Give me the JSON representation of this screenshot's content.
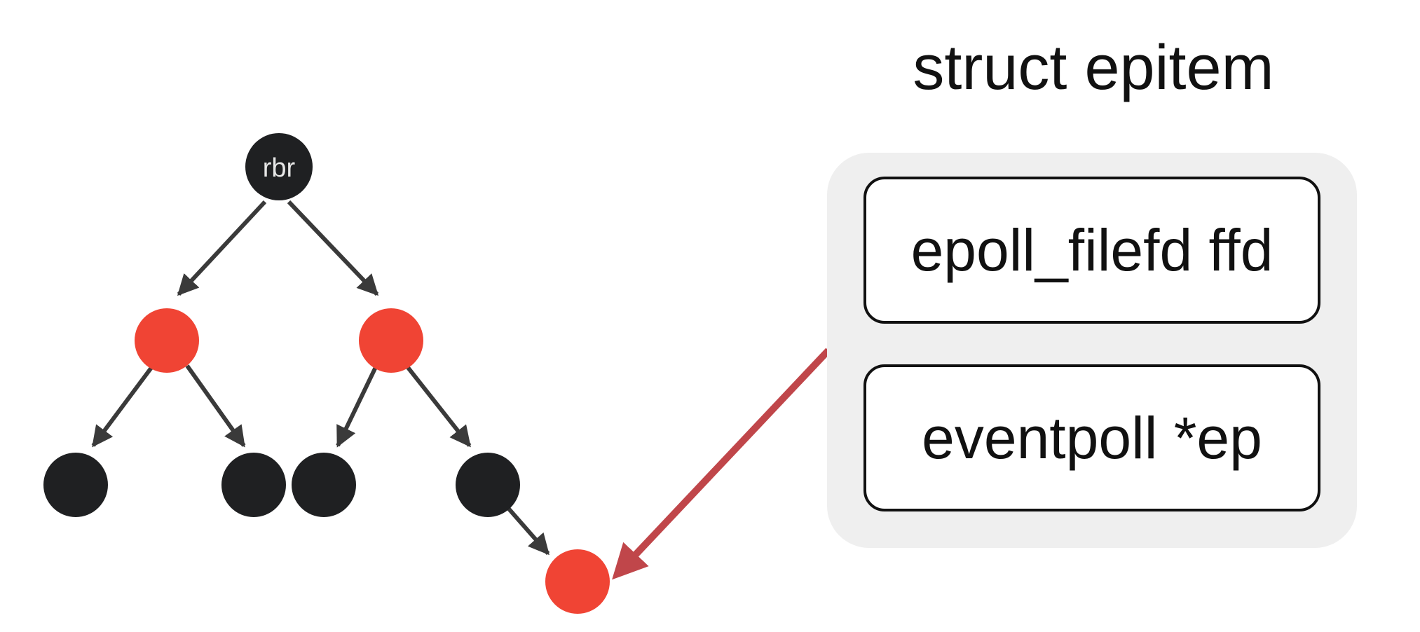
{
  "tree": {
    "root_label": "rbr"
  },
  "struct": {
    "title": "struct epitem",
    "fields": [
      "epoll_filefd ffd",
      "eventpoll *ep"
    ]
  },
  "colors": {
    "black_node": "#1f2022",
    "red_node": "#f04434",
    "edge": "#3a3a3a",
    "pointer_arrow": "#c0464a",
    "panel": "#efefef",
    "text": "#111111"
  }
}
